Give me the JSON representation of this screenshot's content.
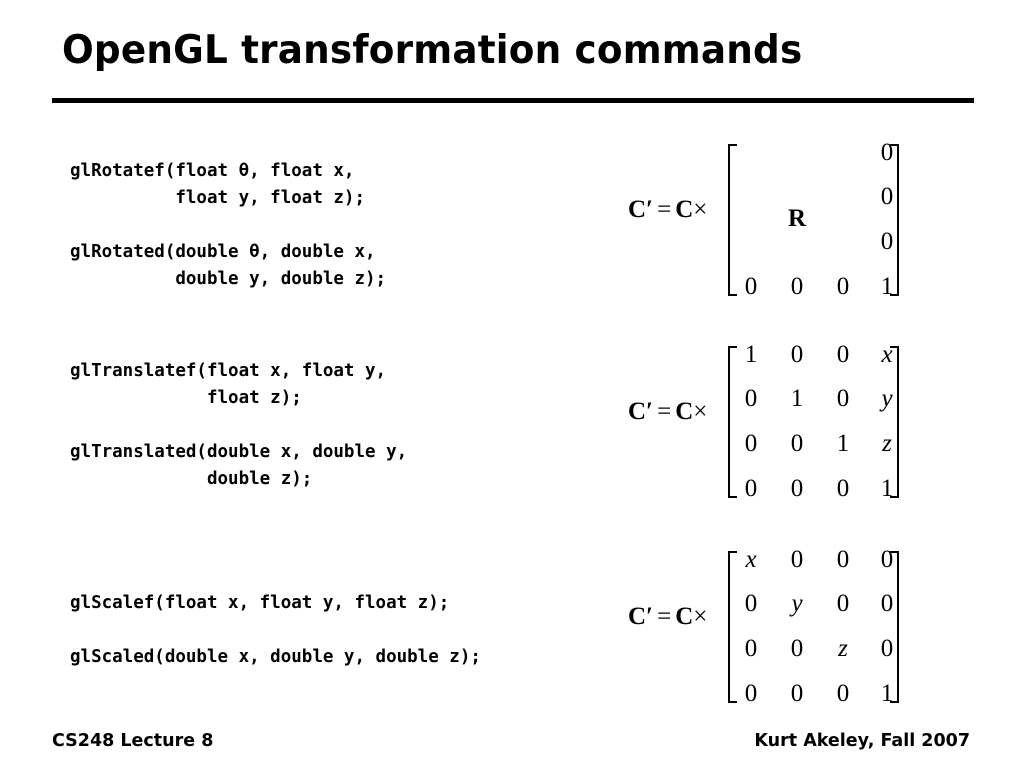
{
  "slide": {
    "title": "OpenGL transformation commands",
    "footer_left": "CS248 Lecture 8",
    "footer_right": "Kurt Akeley, Fall 2007"
  },
  "code": {
    "rotate": "glRotatef(float θ, float x,\n          float y, float z);\n\nglRotated(double θ, double x,\n          double y, double z);",
    "translate": "glTranslatef(float x, float y,\n             float z);\n\nglTranslated(double x, double y,\n             double z);",
    "scale": "glScalef(float x, float y, float z);\n\nglScaled(double x, double y, double z);"
  },
  "equations": {
    "lhs_result": "C′",
    "equals": "=",
    "lhs_current": "C",
    "times": "×",
    "rotate": [
      [
        "",
        "",
        "",
        "0"
      ],
      [
        "",
        "R",
        "",
        "0"
      ],
      [
        "",
        "",
        "",
        "0"
      ],
      [
        "0",
        "0",
        "0",
        "1"
      ]
    ],
    "translate": [
      [
        "1",
        "0",
        "0",
        "x"
      ],
      [
        "0",
        "1",
        "0",
        "y"
      ],
      [
        "0",
        "0",
        "1",
        "z"
      ],
      [
        "0",
        "0",
        "0",
        "1"
      ]
    ],
    "scale": [
      [
        "x",
        "0",
        "0",
        "0"
      ],
      [
        "0",
        "y",
        "0",
        "0"
      ],
      [
        "0",
        "0",
        "z",
        "0"
      ],
      [
        "0",
        "0",
        "0",
        "1"
      ]
    ]
  }
}
